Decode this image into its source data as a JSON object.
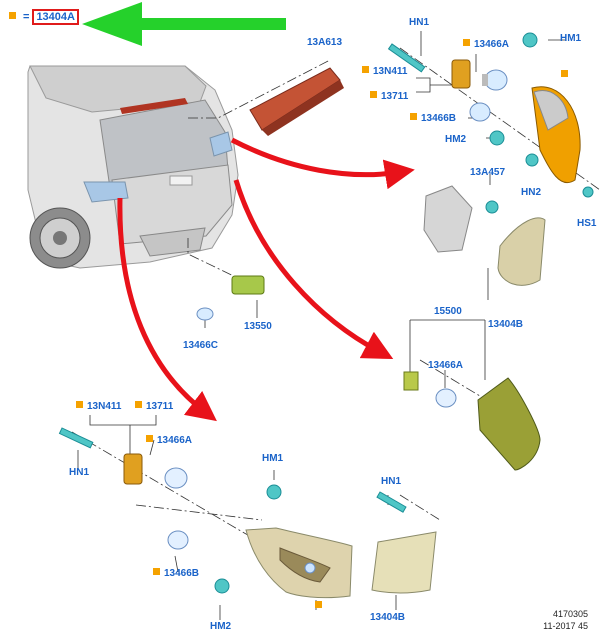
{
  "legend": {
    "symbol": "=",
    "part": "13404A"
  },
  "labels": {
    "l_13A613": "13A613",
    "l_HN1_top": "HN1",
    "l_13466A_top": "13466A",
    "l_HM1_top": "HM1",
    "l_13N411_top": "13N411",
    "l_13711_top": "13711",
    "l_13466B_top": "13466B",
    "l_HM2_top": "HM2",
    "l_HN2": "HN2",
    "l_13A457": "13A457",
    "l_HS1": "HS1",
    "l_13404B_mid": "13404B",
    "l_15500": "15500",
    "l_13466A_mid": "13466A",
    "l_13550": "13550",
    "l_13466C": "13466C",
    "l_13N411_bot": "13N411",
    "l_13711_bot": "13711",
    "l_13466A_bot": "13466A",
    "l_HN1_bot": "HN1",
    "l_HM1_bot": "HM1",
    "l_HN1_bot2": "HN1",
    "l_13466B_bot": "13466B",
    "l_HM2_bot": "HM2",
    "l_13404B_bot": "13404B"
  },
  "footer": {
    "line1": "4170305",
    "line2": "11-2017 45"
  },
  "colors": {
    "label": "#1a63c9",
    "marker": "#f5a200",
    "arrow_red": "#e8121a",
    "arrow_green": "#25d12b"
  }
}
